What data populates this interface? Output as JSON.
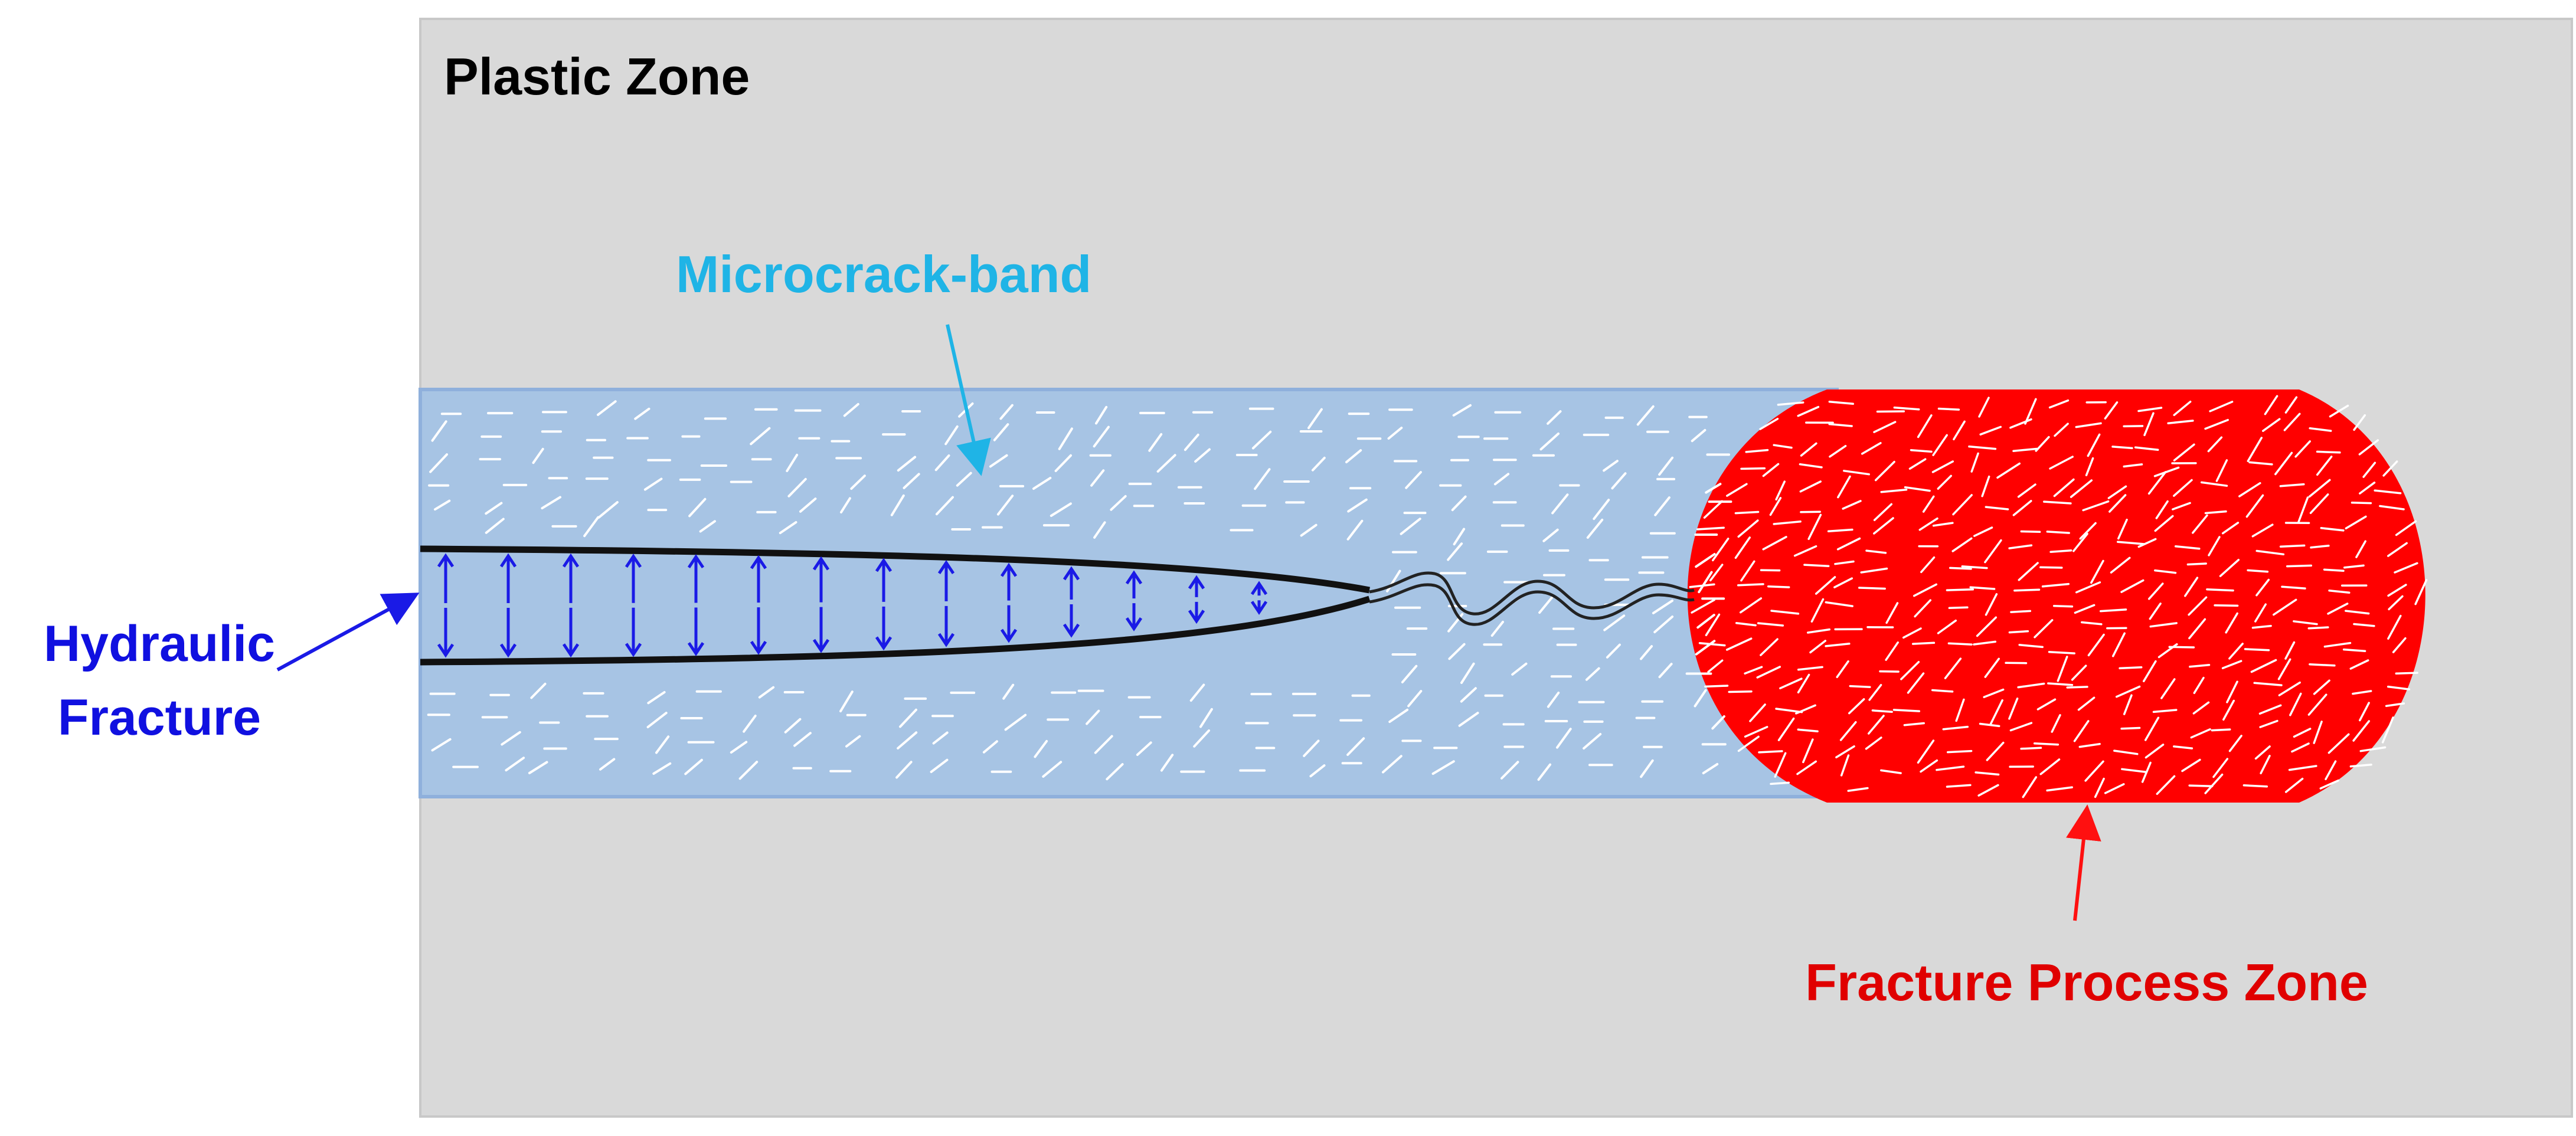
{
  "labels": {
    "plastic_zone": "Plastic Zone",
    "microcrack_band": "Microcrack-band",
    "hydraulic_fracture_line1": "Hydraulic",
    "hydraulic_fracture_line2": "Fracture",
    "fracture_process_zone": "Fracture Process Zone"
  },
  "colors": {
    "plastic_zone_fill": "#d9d9d9",
    "microcrack_band_fill": "#a7c4e4",
    "microcrack_band_edge": "#8fb0dc",
    "process_zone_fill": "#ff0000",
    "microcrack_mark": "#ffffff",
    "hydraulic_label": "#1010e0",
    "microcrack_label": "#1fb4e6",
    "process_zone_label": "#e00000",
    "fracture_outline": "#111111",
    "pressure_arrow": "#1a1ae6"
  },
  "icons": {
    "pressure": "arrow-up-down-icon",
    "pointer": "arrow-pointer-icon"
  }
}
